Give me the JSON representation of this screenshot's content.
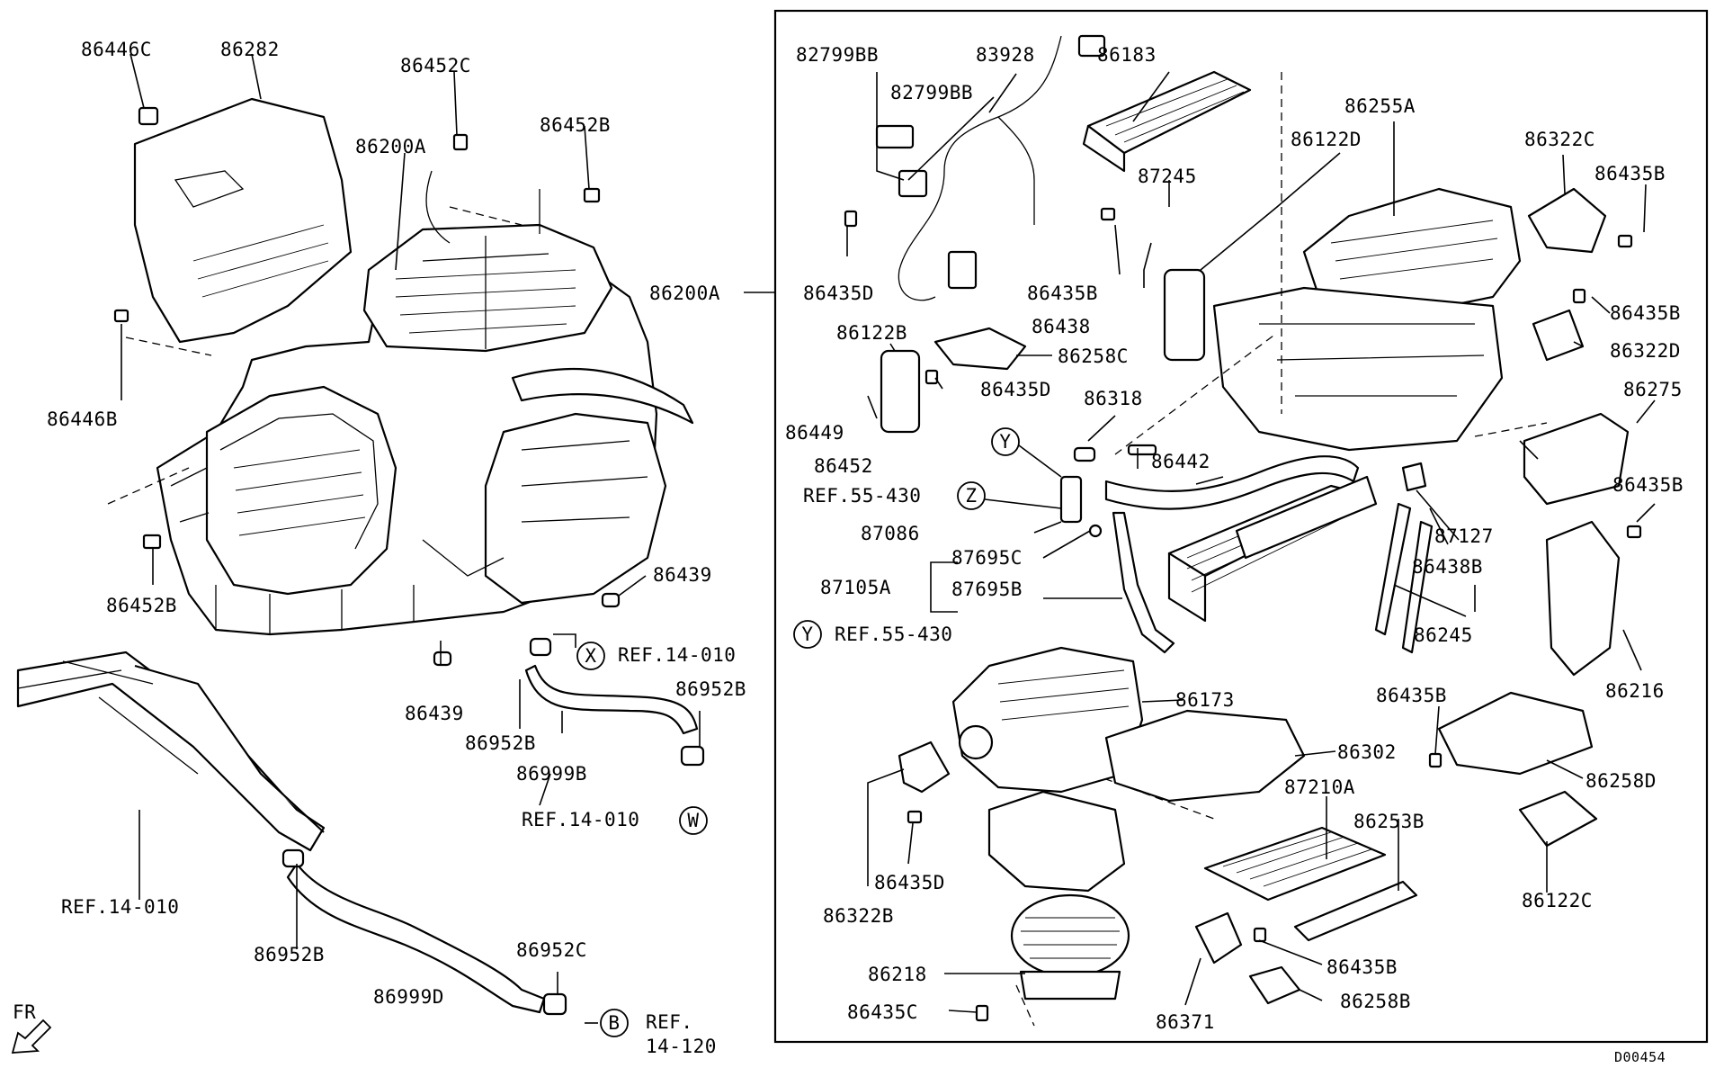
{
  "diagram": {
    "diagram_code": "D00454",
    "direction_label": "FR",
    "callout_main": "86200A",
    "labels": [
      {
        "id": "l01",
        "text": "86446C"
      },
      {
        "id": "l02",
        "text": "86282"
      },
      {
        "id": "l03",
        "text": "86452C"
      },
      {
        "id": "l04",
        "text": "86452B"
      },
      {
        "id": "l05",
        "text": "86200A"
      },
      {
        "id": "l06",
        "text": "86446B"
      },
      {
        "id": "l07",
        "text": "86452B"
      },
      {
        "id": "l08",
        "text": "86439"
      },
      {
        "id": "l09",
        "text": "86439"
      },
      {
        "id": "l10",
        "text": "REF.14-010"
      },
      {
        "id": "l11",
        "text": "86952B"
      },
      {
        "id": "l12",
        "text": "86952B"
      },
      {
        "id": "l13",
        "text": "86999B"
      },
      {
        "id": "l14",
        "text": "REF.14-010"
      },
      {
        "id": "l15",
        "text": "REF.14-010"
      },
      {
        "id": "l16",
        "text": "86952B"
      },
      {
        "id": "l17",
        "text": "86999D"
      },
      {
        "id": "l18",
        "text": "86952C"
      },
      {
        "id": "l19",
        "text": "REF."
      },
      {
        "id": "l20",
        "text": "14-120"
      },
      {
        "id": "l21",
        "text": "82799BB"
      },
      {
        "id": "l22",
        "text": "83928"
      },
      {
        "id": "l23",
        "text": "86183"
      },
      {
        "id": "l24",
        "text": "82799BB"
      },
      {
        "id": "l25",
        "text": "86255A"
      },
      {
        "id": "l26",
        "text": "86122D"
      },
      {
        "id": "l27",
        "text": "86322C"
      },
      {
        "id": "l28",
        "text": "87245"
      },
      {
        "id": "l29",
        "text": "86435B"
      },
      {
        "id": "l30",
        "text": "86435D"
      },
      {
        "id": "l31",
        "text": "86435B"
      },
      {
        "id": "l32",
        "text": "86438"
      },
      {
        "id": "l33",
        "text": "86435B"
      },
      {
        "id": "l34",
        "text": "86122B"
      },
      {
        "id": "l35",
        "text": "86258C"
      },
      {
        "id": "l36",
        "text": "86322D"
      },
      {
        "id": "l37",
        "text": "86435D"
      },
      {
        "id": "l38",
        "text": "86275"
      },
      {
        "id": "l39",
        "text": "86318"
      },
      {
        "id": "l40",
        "text": "86449"
      },
      {
        "id": "l41",
        "text": "86452"
      },
      {
        "id": "l42",
        "text": "86442"
      },
      {
        "id": "l43",
        "text": "86435B"
      },
      {
        "id": "l44",
        "text": "REF.55-430"
      },
      {
        "id": "l45",
        "text": "87127"
      },
      {
        "id": "l46",
        "text": "87086"
      },
      {
        "id": "l47",
        "text": "87695C"
      },
      {
        "id": "l48",
        "text": "86438B"
      },
      {
        "id": "l49",
        "text": "87105A"
      },
      {
        "id": "l50",
        "text": "87695B"
      },
      {
        "id": "l51",
        "text": "86245"
      },
      {
        "id": "l52",
        "text": "REF.55-430"
      },
      {
        "id": "l53",
        "text": "86216"
      },
      {
        "id": "l54",
        "text": "86173"
      },
      {
        "id": "l55",
        "text": "86435B"
      },
      {
        "id": "l56",
        "text": "86302"
      },
      {
        "id": "l57",
        "text": "86258D"
      },
      {
        "id": "l58",
        "text": "87210A"
      },
      {
        "id": "l59",
        "text": "86253B"
      },
      {
        "id": "l60",
        "text": "86435D"
      },
      {
        "id": "l61",
        "text": "86122C"
      },
      {
        "id": "l62",
        "text": "86322B"
      },
      {
        "id": "l63",
        "text": "86435B"
      },
      {
        "id": "l64",
        "text": "86218"
      },
      {
        "id": "l65",
        "text": "86258B"
      },
      {
        "id": "l66",
        "text": "86435C"
      },
      {
        "id": "l67",
        "text": "86371"
      }
    ],
    "markers": [
      {
        "id": "m1",
        "letter": "X"
      },
      {
        "id": "m2",
        "letter": "W"
      },
      {
        "id": "m3",
        "letter": "B"
      },
      {
        "id": "m4",
        "letter": "Y"
      },
      {
        "id": "m5",
        "letter": "Z"
      },
      {
        "id": "m6",
        "letter": "Y"
      }
    ]
  }
}
